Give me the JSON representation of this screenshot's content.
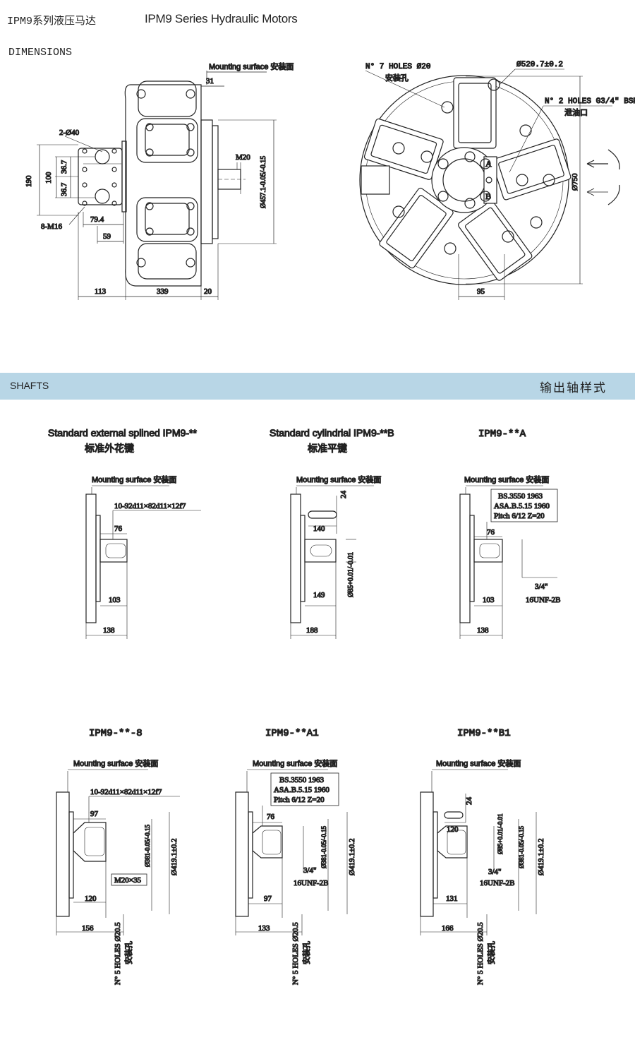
{
  "header": {
    "title_cn": "IPM9系列液压马达",
    "title_en": "IPM9 Series Hydraulic Motors",
    "dimensions_label": "DIMENSIONS"
  },
  "front_view": {
    "mounting_surface": "Mounting surface 安装面",
    "dim_31": "31",
    "dim_2x40": "2-Ø40",
    "dim_190": "190",
    "dim_100": "100",
    "dim_36_7a": "36.7",
    "dim_36_7b": "36.7",
    "dim_8m16": "8-M16",
    "dim_79_4": "79.4",
    "dim_59": "59",
    "dim_113": "113",
    "dim_339": "339",
    "dim_20": "20",
    "m20": "M20",
    "dia_457": "Ø457.1-0.05/-0.15"
  },
  "side_view": {
    "holes7": "N° 7 HOLES Ø20",
    "holes7_cn": "安装孔",
    "dia_520": "Ø520.7±0.2",
    "holes2": "N° 2 HOLES G3/4\" BSP",
    "holes2_cn": "泄油口",
    "dia_750": "Ø750",
    "label_a": "A",
    "label_b": "B",
    "dim_95": "95"
  },
  "section": {
    "left": "SHAFTS",
    "right": "输出轴样式"
  },
  "shafts_row1": [
    {
      "title": "Standard external splined IPM9-**",
      "title_cn": "标准外花键",
      "mount": "Mounting surface 安装面",
      "spec": "10-92d11×82d11×12f7",
      "d76": "76",
      "d103": "103",
      "d138": "138"
    },
    {
      "title": "Standard cylindrial IPM9-**B",
      "title_cn": "标准平键",
      "mount": "Mounting surface 安装面",
      "d24": "24",
      "d140": "140",
      "d149": "149",
      "d188": "188",
      "d85": "Ø85+0.01/-0.01"
    },
    {
      "title": "IPM9-**A",
      "mount": "Mounting surface 安装面",
      "spec1": "BS.3550 1963",
      "spec2": "ASA.B.5.15 1960",
      "spec3": "Pitch 6/12 Z=20",
      "d76": "76",
      "d103": "103",
      "d138": "138",
      "thr1": "3/4\"",
      "thr2": "16UNF-2B"
    }
  ],
  "shafts_row2": [
    {
      "title": "IPM9-**-8",
      "mount": "Mounting surface 安装面",
      "spec": "10-92d11×82d11×12f7",
      "d97": "97",
      "d120": "120",
      "d156": "156",
      "m20": "M20×35",
      "d381": "Ø381-0.05/-0.15",
      "d419": "Ø419.1±0.2",
      "holes": "N° 5 HOLES Ø20.5",
      "holes_cn": "安装孔"
    },
    {
      "title": "IPM9-**A1",
      "mount": "Mounting surface 安装面",
      "spec1": "BS.3550 1963",
      "spec2": "ASA.B.5.15 1960",
      "spec3": "Pitch 6/12 Z=20",
      "d76": "76",
      "d97": "97",
      "d133": "133",
      "thr1": "3/4\"",
      "thr2": "16UNF-2B",
      "d381": "Ø381-0.05/-0.15",
      "d419": "Ø419.1±0.2",
      "holes": "N° 5 HOLES Ø20.5",
      "holes_cn": "安装孔"
    },
    {
      "title": "IPM9-**B1",
      "mount": "Mounting surface 安装面",
      "d24": "24",
      "d120": "120",
      "d131": "131",
      "d166": "166",
      "d85": "Ø85+0.01/-0.01",
      "thr1": "3/4\"",
      "thr2": "16UNF-2B",
      "d381": "Ø381-0.05/-0.15",
      "d419": "Ø419.1±0.2",
      "holes": "N° 5 HOLES Ø20.5",
      "holes_cn": "安装孔"
    }
  ]
}
